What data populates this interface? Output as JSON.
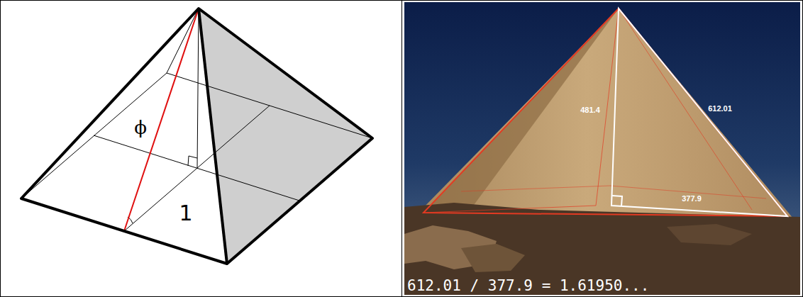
{
  "diagram": {
    "labels": [
      "ϕ",
      "1",
      "481.4",
      "612.01",
      "377.9",
      "612.01 / 377.9 = 1.61950..."
    ]
  }
}
